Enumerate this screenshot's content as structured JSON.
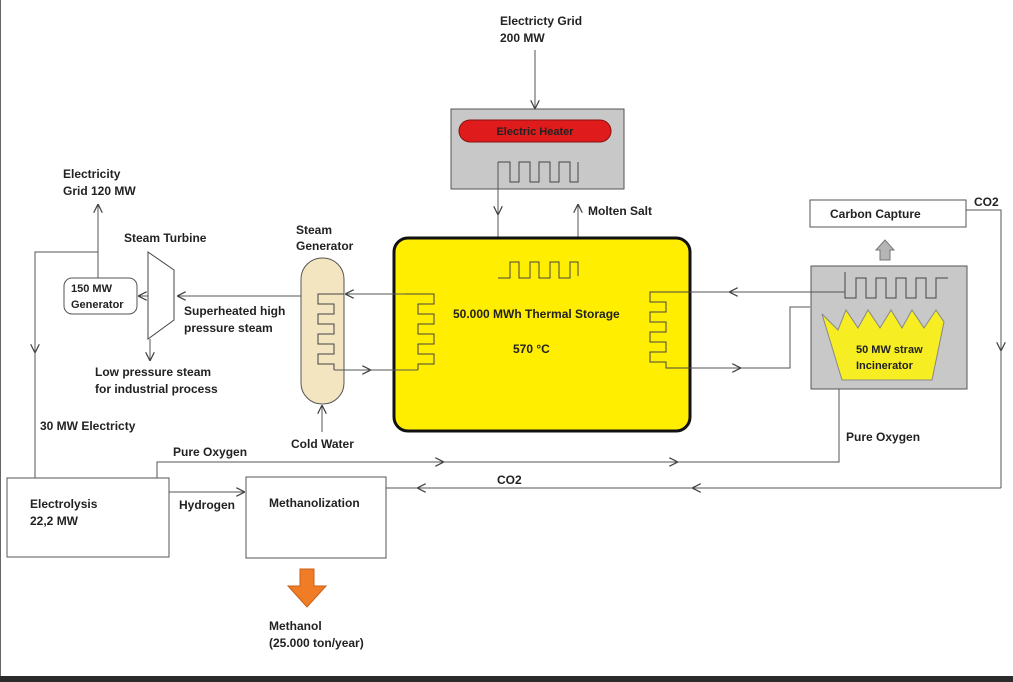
{
  "grid_top": {
    "line1": "Electricty Grid",
    "line2": "200 MW"
  },
  "electric_heater": {
    "label": "Electric Heater"
  },
  "molten_salt": "Molten Salt",
  "grid_left": {
    "line1": "Electricity",
    "line2": "Grid 120 MW"
  },
  "steam_turbine": "Steam Turbine",
  "generator": {
    "line1": "150 MW",
    "line2": "Generator"
  },
  "steam_generator": {
    "line1": "Steam",
    "line2": "Generator"
  },
  "superheated": {
    "line1": "Superheated high",
    "line2": "pressure steam"
  },
  "low_pressure": {
    "line1": "Low pressure steam",
    "line2": "for industrial process"
  },
  "cold_water": "Cold Water",
  "thermal_storage": {
    "line1": "50.000 MWh Thermal Storage",
    "line2": "570 °C"
  },
  "carbon_capture": "Carbon Capture",
  "co2_right": "CO2",
  "incinerator": {
    "line1": "50 MW straw",
    "line2": "Incinerator"
  },
  "pure_oxygen_right": "Pure Oxygen",
  "electricity_30": "30 MW Electricty",
  "pure_oxygen_left": "Pure Oxygen",
  "co2_bottom": "CO2",
  "electrolysis": {
    "line1": "Electrolysis",
    "line2": "22,2 MW"
  },
  "hydrogen": "Hydrogen",
  "methanolization": "Methanolization",
  "methanol": {
    "line1": "Methanol",
    "line2": "(25.000 ton/year)"
  },
  "colors": {
    "storage_fill": "#ffee00",
    "heater_red": "#e01b1b",
    "box_gray": "#c8c8c8",
    "steam_gen_fill": "#f3e5bf",
    "flame_yellow": "#f6ee22",
    "methanol_orange": "#f07d25",
    "arrow_gray": "#b5b5b5"
  }
}
